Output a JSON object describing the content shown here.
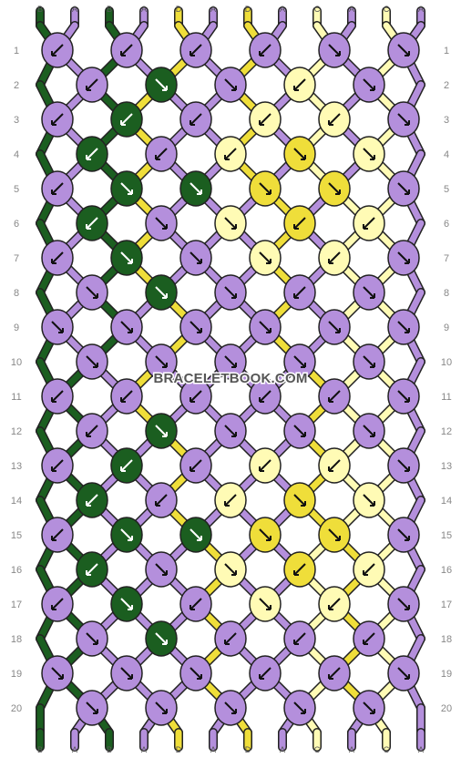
{
  "watermark": "BRACELETBOOK.COM",
  "colors": {
    "A": "#b48fdc",
    "B": "#1b5e20",
    "C": "#fffbb5",
    "D": "#efde3a"
  },
  "strands_top": [
    "B",
    "A",
    "B",
    "A",
    "D",
    "A",
    "D",
    "A",
    "C",
    "A",
    "C",
    "A"
  ],
  "strands_bottom": [
    "B",
    "A",
    "B",
    "A",
    "D",
    "A",
    "D",
    "A",
    "C",
    "A",
    "C",
    "A"
  ],
  "row_labels": [
    "1",
    "2",
    "3",
    "4",
    "5",
    "6",
    "7",
    "8",
    "9",
    "10",
    "11",
    "12",
    "13",
    "14",
    "15",
    "16",
    "17",
    "18",
    "19",
    "20"
  ],
  "rows": [
    [
      [
        "A",
        "b"
      ],
      [
        "A",
        "b"
      ],
      [
        "A",
        "b"
      ],
      [
        "A",
        "b"
      ],
      [
        "A",
        "fb"
      ],
      [
        "A",
        "fb"
      ]
    ],
    [
      [
        "A",
        "b"
      ],
      [
        "B",
        "ff"
      ],
      [
        "A",
        "f"
      ],
      [
        "C",
        "b"
      ],
      [
        "A",
        "f"
      ]
    ],
    [
      [
        "A",
        "b"
      ],
      [
        "B",
        "b"
      ],
      [
        "A",
        "b"
      ],
      [
        "C",
        "bf"
      ],
      [
        "C",
        "bf"
      ],
      [
        "A",
        "fb"
      ]
    ],
    [
      [
        "B",
        "b"
      ],
      [
        "A",
        "b"
      ],
      [
        "C",
        "b"
      ],
      [
        "D",
        "f"
      ],
      [
        "C",
        "f"
      ]
    ],
    [
      [
        "A",
        "b"
      ],
      [
        "B",
        "f"
      ],
      [
        "B",
        "ff"
      ],
      [
        "D",
        "ff"
      ],
      [
        "D",
        "ff"
      ],
      [
        "A",
        "fb"
      ]
    ],
    [
      [
        "B",
        "b"
      ],
      [
        "A",
        "f"
      ],
      [
        "C",
        "f"
      ],
      [
        "D",
        "b"
      ],
      [
        "C",
        "b"
      ]
    ],
    [
      [
        "A",
        "b"
      ],
      [
        "B",
        "f"
      ],
      [
        "A",
        "fb"
      ],
      [
        "C",
        "f"
      ],
      [
        "C",
        "bf"
      ],
      [
        "A",
        "fb"
      ]
    ],
    [
      [
        "A",
        "f"
      ],
      [
        "B",
        "ff"
      ],
      [
        "A",
        "fb"
      ],
      [
        "A",
        "b"
      ],
      [
        "A",
        "fb"
      ]
    ],
    [
      [
        "A",
        "f"
      ],
      [
        "A",
        "f"
      ],
      [
        "A",
        "fb"
      ],
      [
        "A",
        "fb"
      ],
      [
        "A",
        "fb"
      ],
      [
        "A",
        "fb"
      ]
    ],
    [
      [
        "A",
        "ff"
      ],
      [
        "A",
        "ff"
      ],
      [
        "A",
        "ff"
      ],
      [
        "A",
        "ff"
      ],
      [
        "A",
        "ff"
      ]
    ],
    [
      [
        "A",
        "b"
      ],
      [
        "A",
        "bf"
      ],
      [
        "A",
        "bf"
      ],
      [
        "A",
        "bf"
      ],
      [
        "A",
        "bf"
      ],
      [
        "A",
        "fb"
      ]
    ],
    [
      [
        "A",
        "bf"
      ],
      [
        "B",
        "ff"
      ],
      [
        "A",
        "f"
      ],
      [
        "A",
        "f"
      ],
      [
        "A",
        "f"
      ]
    ],
    [
      [
        "A",
        "b"
      ],
      [
        "B",
        "b"
      ],
      [
        "A",
        "b"
      ],
      [
        "C",
        "bf"
      ],
      [
        "C",
        "bf"
      ],
      [
        "A",
        "fb"
      ]
    ],
    [
      [
        "B",
        "b"
      ],
      [
        "A",
        "b"
      ],
      [
        "C",
        "b"
      ],
      [
        "D",
        "f"
      ],
      [
        "C",
        "f"
      ]
    ],
    [
      [
        "A",
        "b"
      ],
      [
        "B",
        "f"
      ],
      [
        "B",
        "ff"
      ],
      [
        "D",
        "ff"
      ],
      [
        "D",
        "ff"
      ],
      [
        "A",
        "fb"
      ]
    ],
    [
      [
        "B",
        "b"
      ],
      [
        "A",
        "f"
      ],
      [
        "C",
        "f"
      ],
      [
        "D",
        "b"
      ],
      [
        "C",
        "b"
      ]
    ],
    [
      [
        "A",
        "b"
      ],
      [
        "B",
        "f"
      ],
      [
        "A",
        "b"
      ],
      [
        "C",
        "f"
      ],
      [
        "C",
        "bf"
      ],
      [
        "A",
        "fb"
      ]
    ],
    [
      [
        "A",
        "f"
      ],
      [
        "B",
        "ff"
      ],
      [
        "A",
        "b"
      ],
      [
        "A",
        "b"
      ],
      [
        "A",
        "b"
      ]
    ],
    [
      [
        "A",
        "f"
      ],
      [
        "A",
        "f"
      ],
      [
        "A",
        "fb"
      ],
      [
        "A",
        "b"
      ],
      [
        "A",
        "b"
      ],
      [
        "A",
        "fb"
      ]
    ],
    [
      [
        "A",
        "ff"
      ],
      [
        "A",
        "ff"
      ],
      [
        "A",
        "ff"
      ],
      [
        "A",
        "ff"
      ],
      [
        "A",
        "ff"
      ]
    ]
  ]
}
